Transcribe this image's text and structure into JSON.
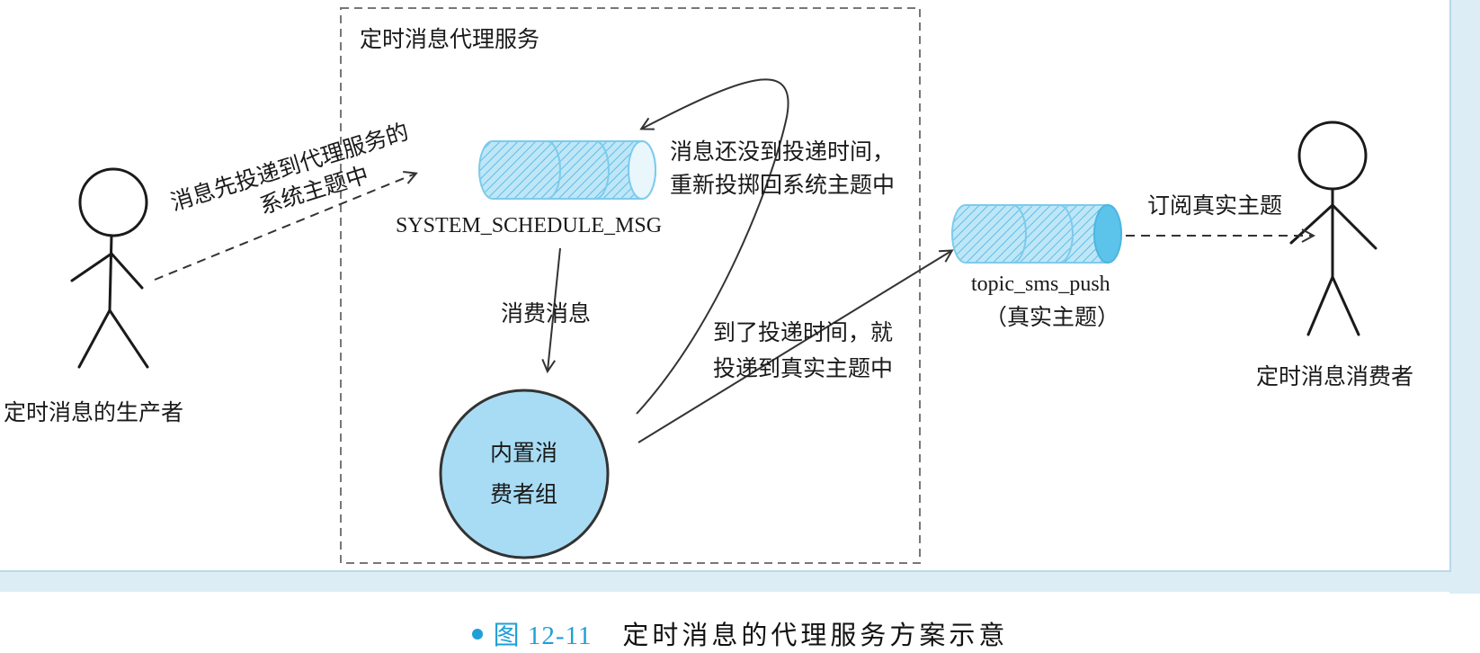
{
  "service_box": {
    "title": "定时消息代理服务"
  },
  "producer": {
    "label": "定时消息的生产者"
  },
  "consumer": {
    "label": "定时消息消费者"
  },
  "system_topic": {
    "label": "SYSTEM_SCHEDULE_MSG"
  },
  "real_topic": {
    "label": "topic_sms_push",
    "sublabel": "（真实主题）"
  },
  "consumer_group": {
    "line1": "内置消",
    "line2": "费者组"
  },
  "edges": {
    "producer_to_system": {
      "line1": "消息先投递到代理服务的",
      "line2": "系统主题中"
    },
    "consume": {
      "label": "消费消息"
    },
    "redeliver": {
      "line1": "消息还没到投递时间，",
      "line2": "重新投掷回系统主题中"
    },
    "deliver": {
      "line1": "到了投递时间，就",
      "line2": "投递到真实主题中"
    },
    "subscribe": {
      "label": "订阅真实主题"
    }
  },
  "caption": {
    "figure": "图 12-11",
    "text": "定时消息的代理服务方案示意"
  },
  "colors": {
    "accent": "#1f9fd6",
    "topic_fill": "#8fd3f0",
    "circle_fill": "#a8dcf4",
    "panel": "#dcedf5"
  }
}
